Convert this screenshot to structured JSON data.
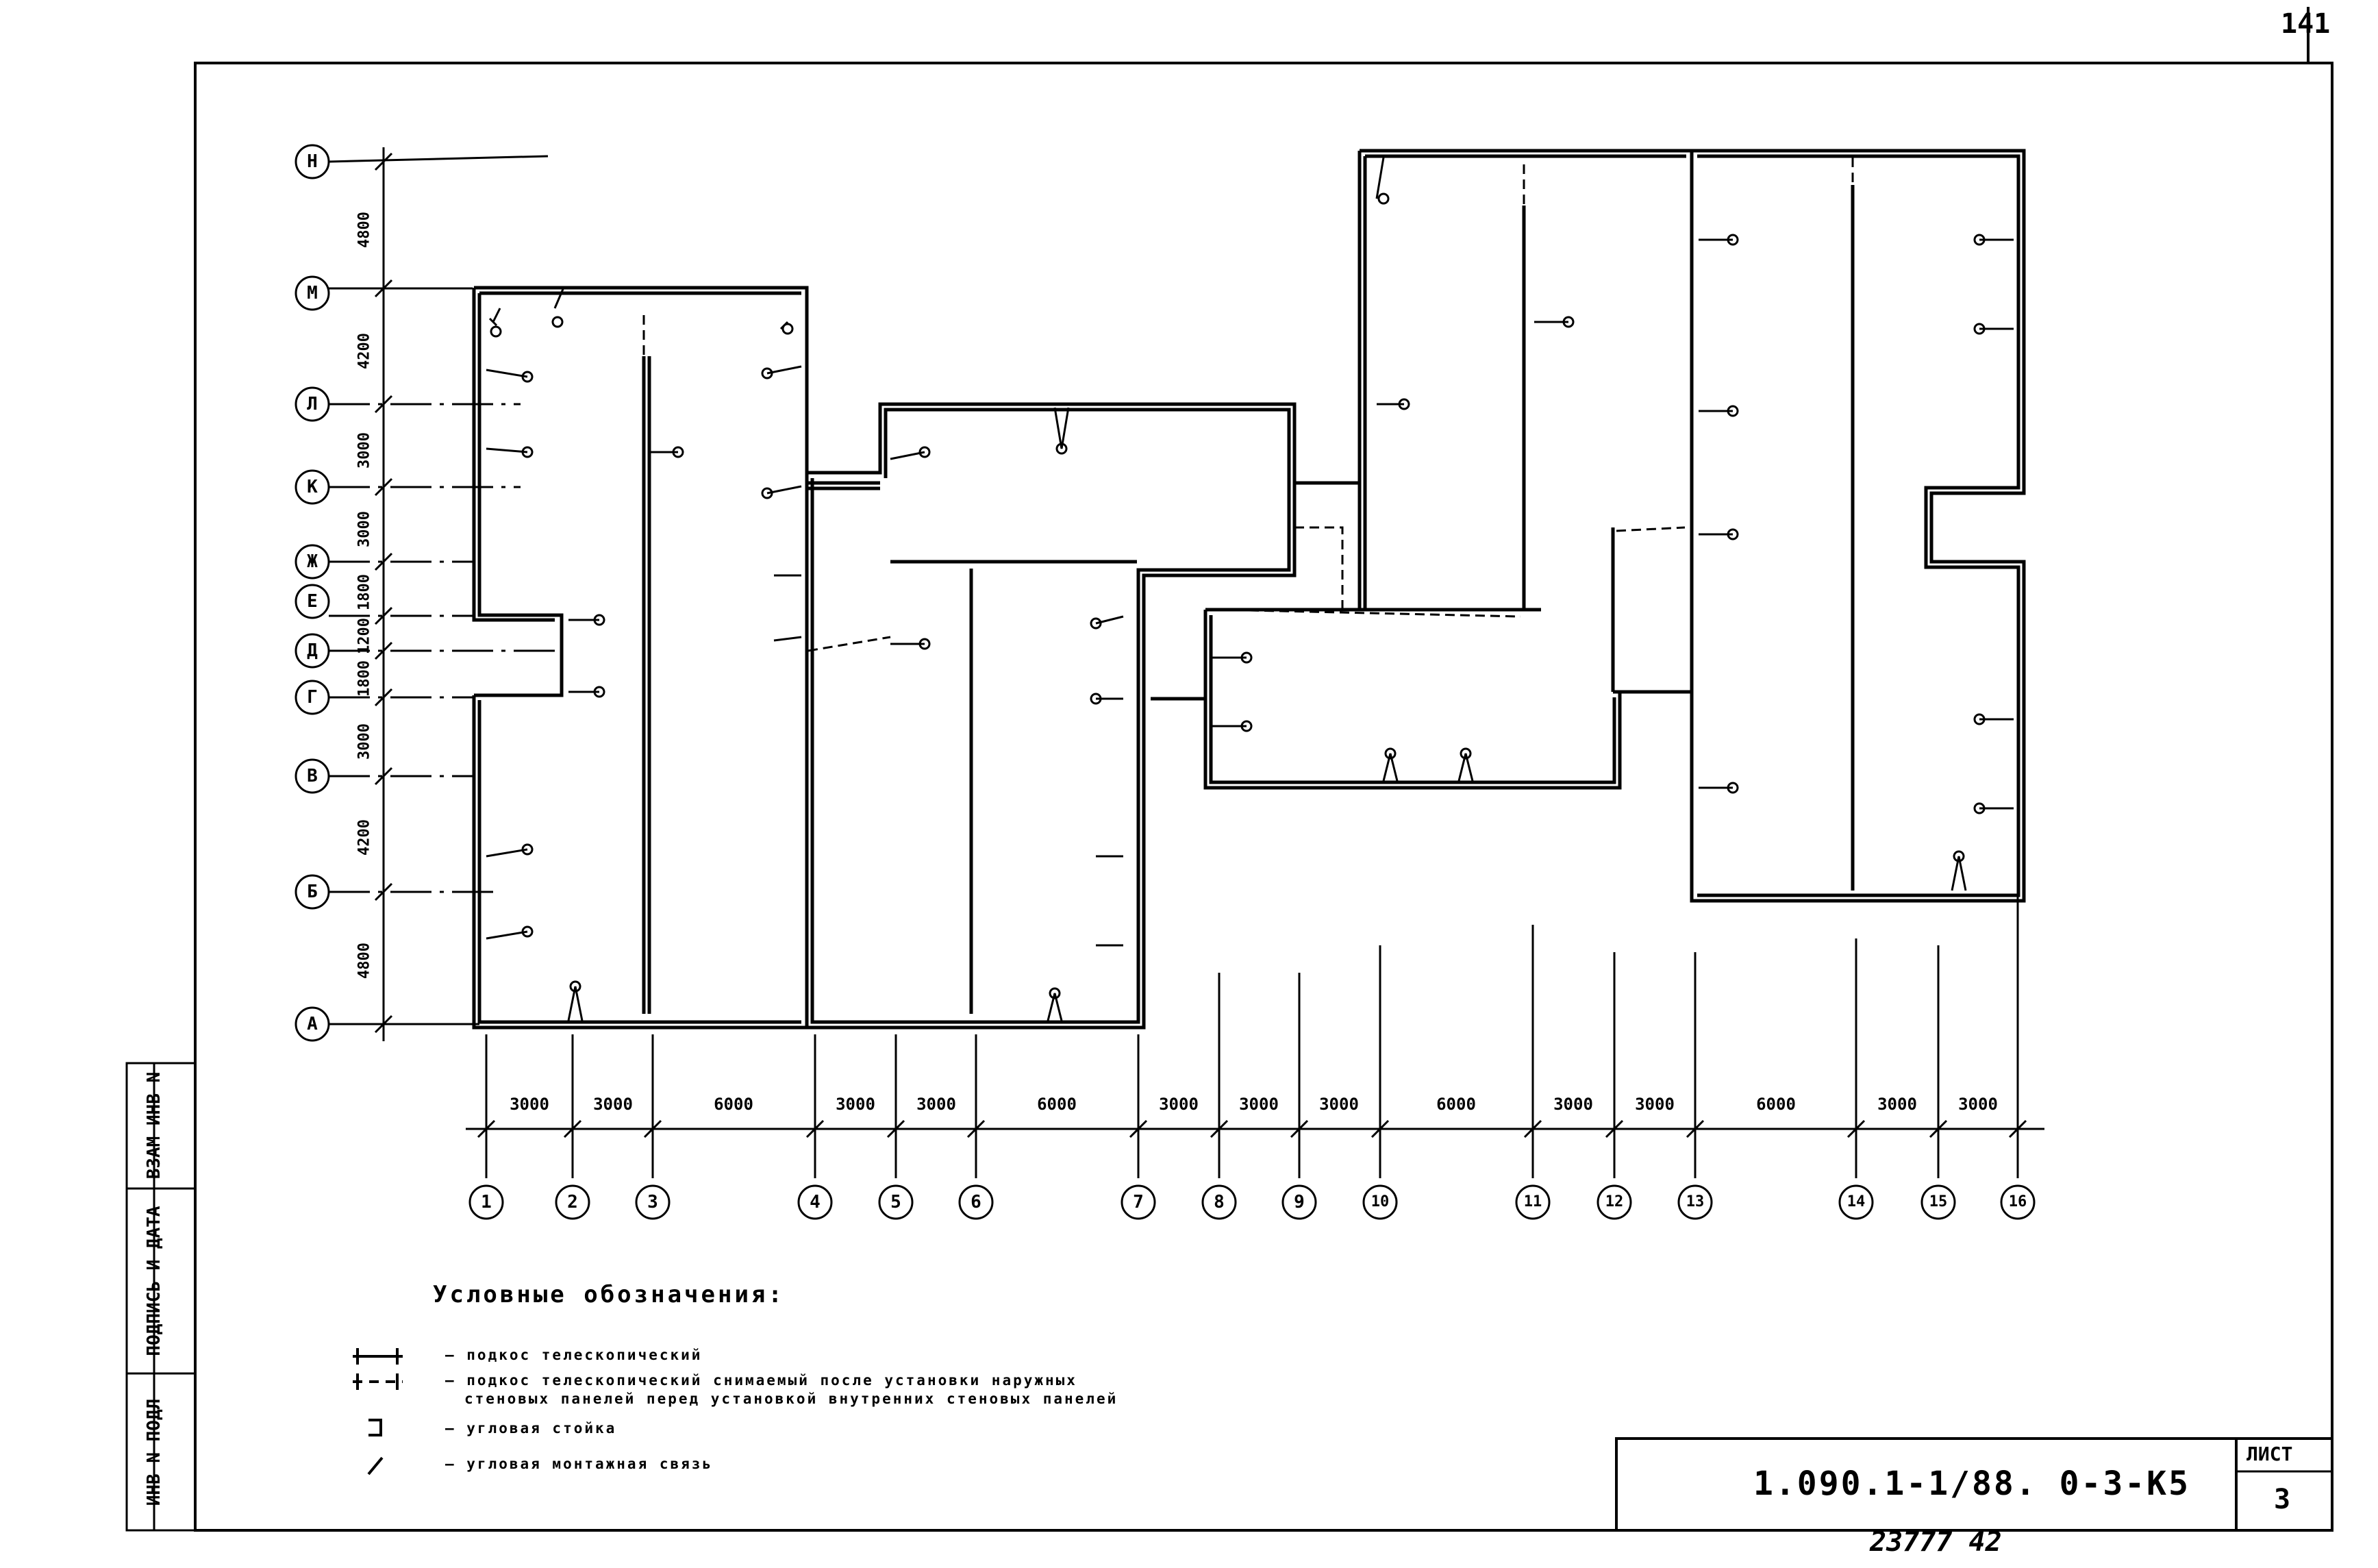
{
  "sheet_number_top": "141",
  "drawing_code": "1.090.1-1/88. 0-3-K5",
  "sheet_label": "ЛИСТ",
  "sheet_value": "3",
  "bottom_numbers": "23777  42",
  "side_stamp": {
    "inv_vzam": "ВЗАМ ИНВ N",
    "podpis": "ПОДПИСЬ И ДАТА",
    "inv_podl": "ИНВ N ПОДЛ"
  },
  "row_axes": [
    "Н",
    "М",
    "Л",
    "К",
    "Ж",
    "Е",
    "Д",
    "Г",
    "В",
    "Б",
    "А"
  ],
  "row_dims": [
    "4800",
    "4200",
    "3000",
    "3000",
    "1800",
    "1200",
    "1800",
    "3000",
    "4200",
    "4800"
  ],
  "col_axes": [
    "1",
    "2",
    "3",
    "4",
    "5",
    "6",
    "7",
    "8",
    "9",
    "10",
    "11",
    "12",
    "13",
    "14",
    "15",
    "16"
  ],
  "col_dims": [
    "3000",
    "3000",
    "6000",
    "3000",
    "3000",
    "6000",
    "3000",
    "3000",
    "3000",
    "6000",
    "3000",
    "3000",
    "6000",
    "3000",
    "3000"
  ],
  "legend": {
    "title": "Условные обозначения:",
    "items": [
      {
        "symbol": "solid-strut",
        "text": "— подкос телескопический"
      },
      {
        "symbol": "dashed-strut",
        "text": "— подкос телескопический снимаемый после установки наружных"
      },
      {
        "symbol": "",
        "text": "стеновых панелей перед установкой внутренних стеновых панелей"
      },
      {
        "symbol": "corner-post",
        "text": "— угловая стойка"
      },
      {
        "symbol": "corner-tie",
        "text": "— угловая монтажная связь"
      }
    ]
  }
}
